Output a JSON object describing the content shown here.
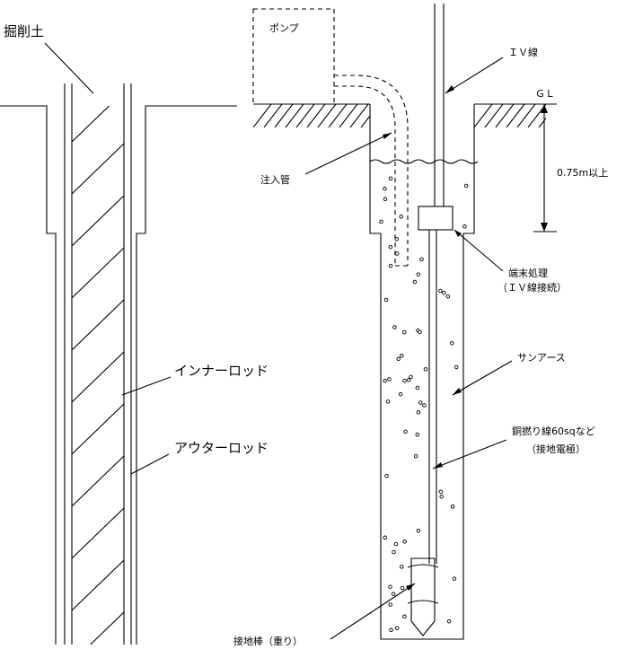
{
  "labels": {
    "excavated_soil": "掘削土",
    "pump": "ポンプ",
    "iv_wire": "ＩＶ線",
    "gl": "ＧＬ",
    "depth": "0.75m以上",
    "injection_pipe": "注入管",
    "terminal_treatment": "端末処理",
    "iv_connection": "（ＩＶ線接続）",
    "inner_rod": "インナーロッド",
    "outer_rod": "アウターロッド",
    "sunearth": "サンアース",
    "copper_wire": "銅撚り線60sqなど",
    "ground_electrode": "（接地電極）",
    "ground_rod": "接地棒（重り）"
  }
}
